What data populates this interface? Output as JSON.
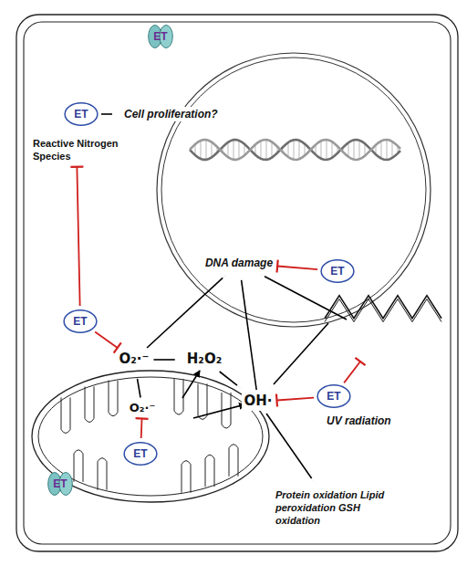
{
  "diagram": {
    "nodes": [
      {
        "text": [
          "ET"
        ]
      },
      {
        "text": [
          "ET"
        ]
      },
      {
        "text": [
          "Cell proliferation?"
        ]
      },
      {
        "text": [
          "Reactive Nitrogen Species"
        ]
      },
      {
        "text": [
          "DNA damage"
        ]
      },
      {
        "text": [
          "ET"
        ]
      },
      {
        "text": [
          "ET"
        ]
      },
      {
        "text": [
          "O₂·⁻"
        ]
      },
      {
        "text": [
          "H₂O₂"
        ]
      },
      {
        "text": [
          "OH·"
        ]
      },
      {
        "text": [
          "UV radiation"
        ]
      },
      {
        "text": [
          "ET"
        ]
      },
      {
        "text": [
          "O₂·⁻"
        ]
      },
      {
        "text": [
          "ET"
        ]
      },
      {
        "text": [
          "ET"
        ]
      },
      {
        "text": [
          "Protein oxidation Lipid peroxidation GSH oxidation"
        ]
      }
    ],
    "edges": [
      {
        "from": 1,
        "to": 2,
        "arrow": "to"
      },
      {
        "from": 6,
        "to": 3,
        "arrow": "to"
      },
      {
        "from": 6,
        "to": 7,
        "arrow": "to"
      },
      {
        "from": 5,
        "to": 4,
        "arrow": "to"
      },
      {
        "from": 7,
        "to": 4,
        "arrow": "to"
      },
      {
        "from": 7,
        "to": 8,
        "arrow": "to"
      },
      {
        "from": 8,
        "to": 9,
        "arrow": "to"
      },
      {
        "from": 12,
        "to": 7,
        "arrow": "to"
      },
      {
        "from": 13,
        "to": 12,
        "arrow": "to"
      },
      {
        "from": 9,
        "to": 4,
        "arrow": "to"
      },
      {
        "from": 10,
        "to": 4,
        "arrow": "to"
      },
      {
        "from": 10,
        "to": 9,
        "arrow": "to"
      },
      {
        "from": 11,
        "to": 9,
        "arrow": "to"
      },
      {
        "from": 11,
        "to": 10,
        "arrow": "to"
      },
      {
        "from": 9,
        "to": 15,
        "arrow": "to"
      }
    ]
  }
}
